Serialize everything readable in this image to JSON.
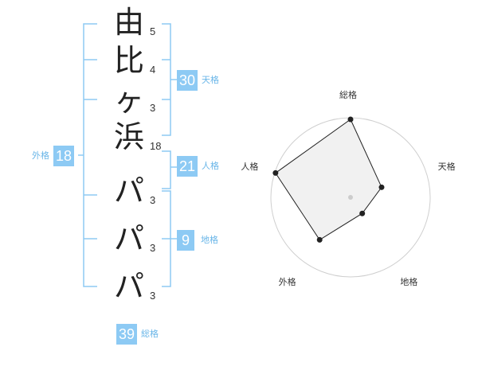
{
  "name_chars": [
    {
      "char": "由",
      "strokes": "5"
    },
    {
      "char": "比",
      "strokes": "4"
    },
    {
      "char": "ヶ",
      "strokes": "3"
    },
    {
      "char": "浜",
      "strokes": "18"
    },
    {
      "char": "パ",
      "strokes": "3"
    },
    {
      "char": "パ",
      "strokes": "3"
    },
    {
      "char": "パ",
      "strokes": "3"
    }
  ],
  "kakusu": {
    "tenkaku": {
      "value": "30",
      "label": "天格"
    },
    "jinkaku": {
      "value": "21",
      "label": "人格"
    },
    "chikaku": {
      "value": "9",
      "label": "地格"
    },
    "gaikaku": {
      "value": "18",
      "label": "外格"
    },
    "soukaku": {
      "value": "39",
      "label": "総格"
    }
  },
  "colors": {
    "accent": "#8dcaf4",
    "bracket": "#8dcaf4",
    "label": "#6ab6e8"
  },
  "chart_data": {
    "type": "radar",
    "axes": [
      "総格",
      "天格",
      "地格",
      "外格",
      "人格"
    ],
    "values": [
      0.98,
      0.41,
      0.25,
      0.66,
      0.99
    ],
    "range": [
      0,
      1
    ],
    "rings": 5
  }
}
